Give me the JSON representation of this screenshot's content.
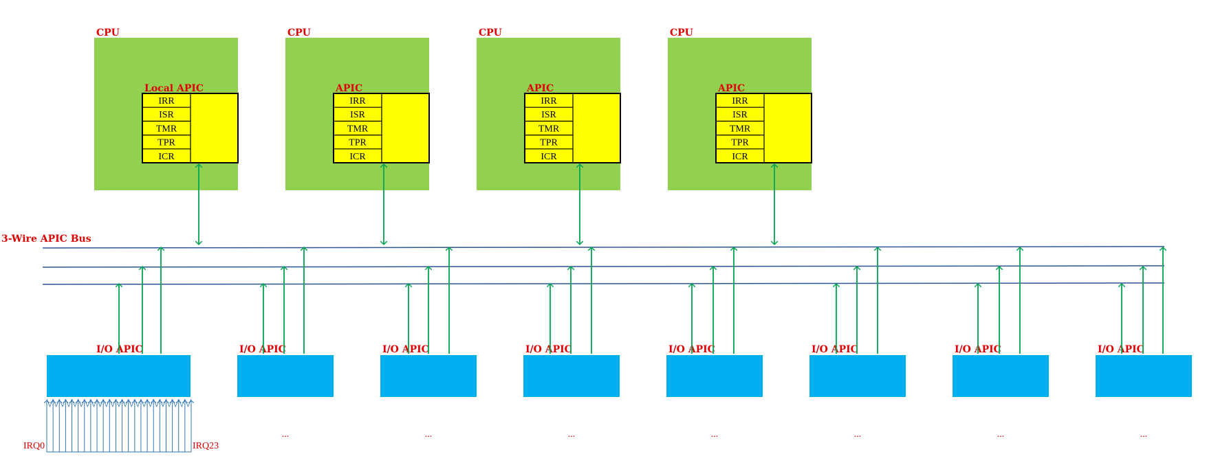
{
  "bus_label": "3-Wire APIC Bus",
  "cpus": [
    {
      "title": "CPU",
      "apic_label": "Local APIC",
      "registers": [
        "IRR",
        "ISR",
        "TMR",
        "TPR",
        "ICR"
      ]
    },
    {
      "title": "CPU",
      "apic_label": "APIC",
      "registers": [
        "IRR",
        "ISR",
        "TMR",
        "TPR",
        "ICR"
      ]
    },
    {
      "title": "CPU",
      "apic_label": "APIC",
      "registers": [
        "IRR",
        "ISR",
        "TMR",
        "TPR",
        "ICR"
      ]
    },
    {
      "title": "CPU",
      "apic_label": "APIC",
      "registers": [
        "IRR",
        "ISR",
        "TMR",
        "TPR",
        "ICR"
      ]
    }
  ],
  "io_apics": [
    {
      "label": "I/O APIC",
      "below": ""
    },
    {
      "label": "I/O APIC",
      "below": "..."
    },
    {
      "label": "I/O APIC",
      "below": "..."
    },
    {
      "label": "I/O APIC",
      "below": "..."
    },
    {
      "label": "I/O APIC",
      "below": "..."
    },
    {
      "label": "I/O APIC",
      "below": "..."
    },
    {
      "label": "I/O APIC",
      "below": "..."
    },
    {
      "label": "I/O APIC",
      "below": "..."
    }
  ],
  "irq_first": "IRQ0",
  "irq_last": "IRQ23",
  "colors": {
    "cpu_fill": "#92d050",
    "apic_fill": "#ffff00",
    "ioapic_fill": "#00b0f0",
    "bus_line": "#2f5597",
    "arrow": "#00a550",
    "irq_line": "#2e75b6",
    "label_red": "#e00000"
  }
}
